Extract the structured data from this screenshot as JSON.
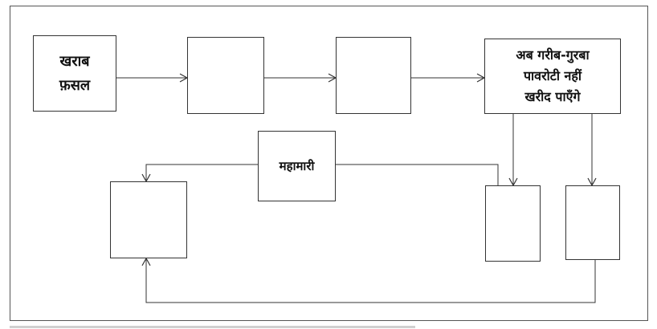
{
  "colors": {
    "stroke": "#333333",
    "frame": "#555555",
    "text": "#111111"
  },
  "boxes": {
    "bad_crop": "खराब\nफ़सल",
    "blank_2": "",
    "blank_3": "",
    "poor_cannot_buy_bread": "अब गरीब-गुरबा\nपावरोटी नहीं\nखरीद पाएँगे",
    "epidemic": "महामारी",
    "blank_left": "",
    "blank_right_1": "",
    "blank_right_2": ""
  }
}
